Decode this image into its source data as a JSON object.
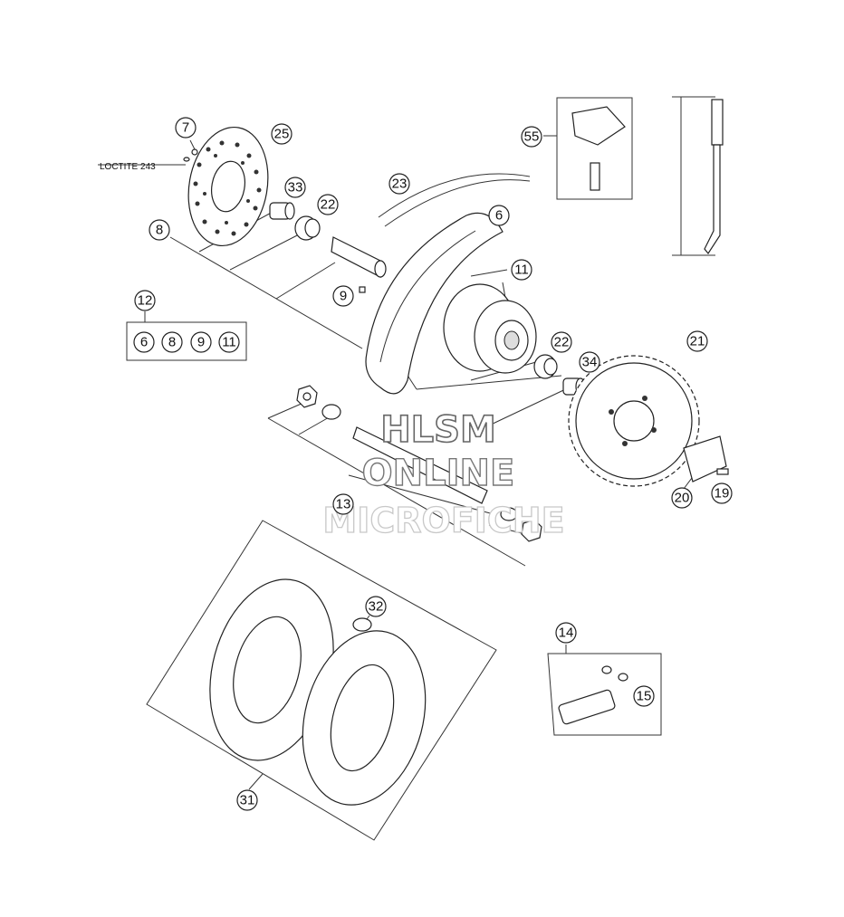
{
  "loctite_note": "LOCTITE 243",
  "callouts": [
    {
      "id": "c7",
      "label": "7"
    },
    {
      "id": "c25",
      "label": "25"
    },
    {
      "id": "c33",
      "label": "33"
    },
    {
      "id": "c22a",
      "label": "22"
    },
    {
      "id": "c8",
      "label": "8"
    },
    {
      "id": "c9",
      "label": "9"
    },
    {
      "id": "c12",
      "label": "12"
    },
    {
      "id": "c23",
      "label": "23"
    },
    {
      "id": "c6",
      "label": "6"
    },
    {
      "id": "c11",
      "label": "11"
    },
    {
      "id": "c55",
      "label": "55"
    },
    {
      "id": "c22b",
      "label": "22"
    },
    {
      "id": "c34",
      "label": "34"
    },
    {
      "id": "c21",
      "label": "21"
    },
    {
      "id": "c13",
      "label": "13"
    },
    {
      "id": "c20",
      "label": "20"
    },
    {
      "id": "c19",
      "label": "19"
    },
    {
      "id": "c32",
      "label": "32"
    },
    {
      "id": "c31",
      "label": "31"
    },
    {
      "id": "c14",
      "label": "14"
    },
    {
      "id": "c15",
      "label": "15"
    }
  ],
  "kit_12_contents": [
    "6",
    "8",
    "9",
    "11"
  ],
  "watermark": {
    "line1": "HLSM",
    "line2": "ONLINE",
    "line3": "MICROFICHE"
  }
}
